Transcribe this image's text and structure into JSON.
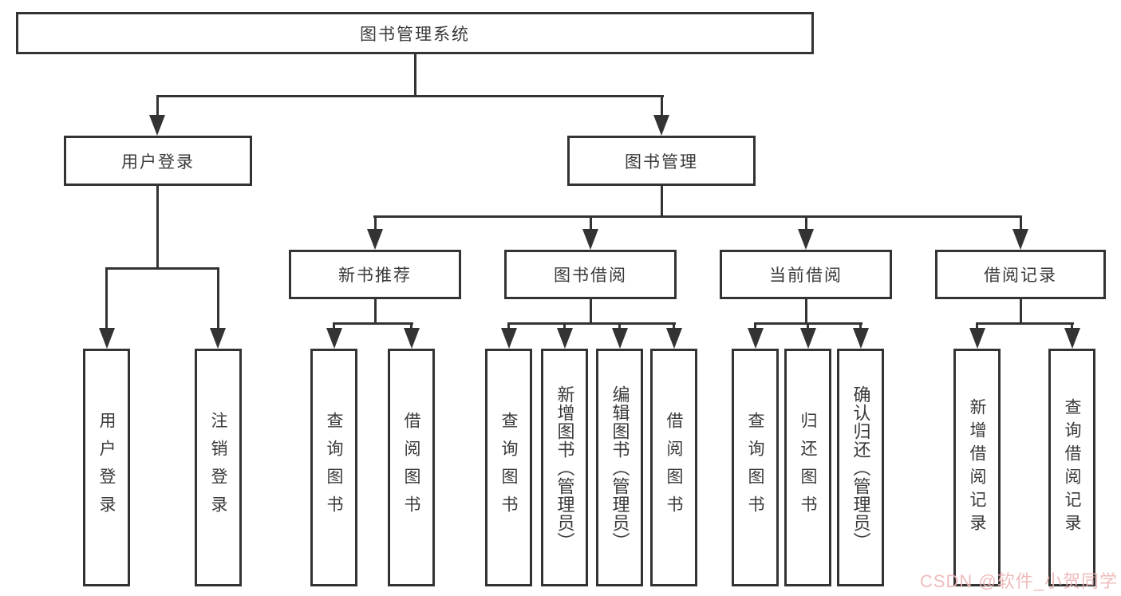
{
  "diagram": {
    "root": {
      "label": "图书管理系统"
    },
    "branches": [
      {
        "label": "用户登录",
        "children": [
          {
            "label": "用户登录"
          },
          {
            "label": "注销登录"
          }
        ]
      },
      {
        "label": "图书管理",
        "children": [
          {
            "label": "新书推荐",
            "children": [
              {
                "label": "查询图书"
              },
              {
                "label": "借阅图书"
              }
            ]
          },
          {
            "label": "图书借阅",
            "children": [
              {
                "label": "查询图书"
              },
              {
                "label": "新增图书（管理员）"
              },
              {
                "label": "编辑图书（管理员）"
              },
              {
                "label": "借阅图书"
              }
            ]
          },
          {
            "label": "当前借阅",
            "children": [
              {
                "label": "查询图书"
              },
              {
                "label": "归还图书"
              },
              {
                "label": "确认归还（管理员）"
              }
            ]
          },
          {
            "label": "借阅记录",
            "children": [
              {
                "label": "新增借阅记录"
              },
              {
                "label": "查询借阅记录"
              }
            ]
          }
        ]
      }
    ]
  },
  "colors": {
    "line": "#333333",
    "box_border": "#333333",
    "text": "#3a3a3a",
    "background": "#ffffff",
    "watermark": "#eeb6b6"
  },
  "watermark": {
    "text": "CSDN @软件_小贺同学"
  }
}
